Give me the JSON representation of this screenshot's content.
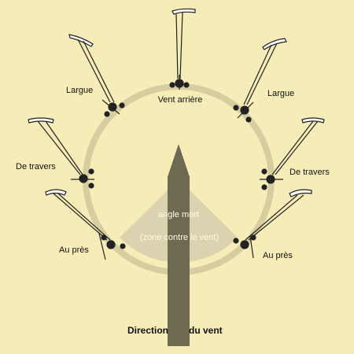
{
  "labels": {
    "vent_arriere": "Vent arrière",
    "largue_left": "Largue",
    "largue_right": "Largue",
    "de_travers_left": "De travers",
    "de_travers_right": "De travers",
    "au_pres_left": "Au près",
    "au_pres_right": "Au près"
  },
  "dead_zone": {
    "line1": "angle mort",
    "line2": "(zone contre le vent)"
  },
  "wind": {
    "left": "Direction",
    "right": "du vent"
  },
  "colors": {
    "background": "#f6ecb8",
    "circle": "#d6cda0",
    "dead_zone": "#d9d1ae",
    "arrow": "#6e6a52",
    "kite": "#222222"
  }
}
